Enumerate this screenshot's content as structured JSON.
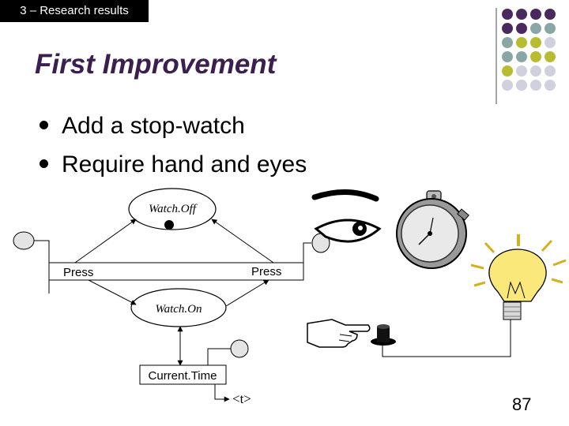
{
  "header": {
    "section_tag": "3 – Research results"
  },
  "title": "First Improvement",
  "bullets": [
    "Add a  stop-watch",
    "Require hand and eyes"
  ],
  "diagram": {
    "state_off": "Watch.Off",
    "state_on": "Watch.On",
    "press_left": "Press",
    "press_right": "Press",
    "current_time": "Current.Time",
    "output_symbol": "<t>"
  },
  "page_number": "87",
  "colors": {
    "purple": "#4a2a5e",
    "teal": "#8aa7a6",
    "olive": "#b8bc30",
    "lavender": "#d0d0de",
    "bulb": "#fbe87a"
  },
  "icons": [
    "eye-icon",
    "stopwatch-icon",
    "hand-icon",
    "button-icon",
    "lightbulb-icon"
  ]
}
